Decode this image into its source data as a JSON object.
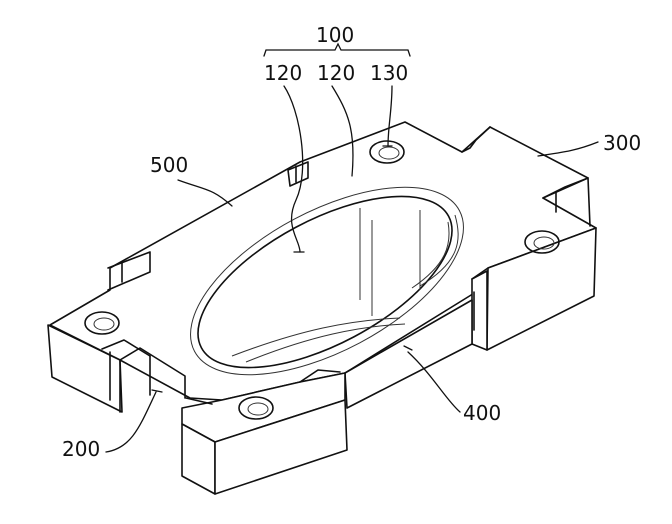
{
  "figure": {
    "group_label": "100",
    "labels": {
      "ref_120_a": "120",
      "ref_120_b": "120",
      "ref_130": "130",
      "ref_500": "500",
      "ref_300": "300",
      "ref_400": "400",
      "ref_200": "200"
    },
    "line_color": "#111111",
    "background": "#ffffff"
  }
}
